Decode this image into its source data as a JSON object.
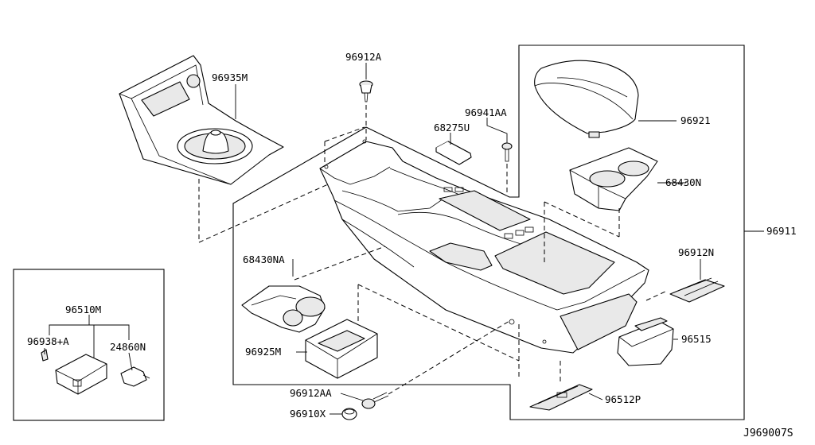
{
  "diagram": {
    "reference": "J969007S",
    "labels": {
      "p96935M": "96935M",
      "p96912A": "96912A",
      "p96941AA": "96941AA",
      "p68275U": "68275U",
      "p96921": "96921",
      "p68430N": "68430N",
      "p96911": "96911",
      "p96912N": "96912N",
      "p68430NA": "68430NA",
      "p96925M": "96925M",
      "p96515": "96515",
      "p96512P": "96512P",
      "p96912AA": "96912AA",
      "p96910X": "96910X",
      "p96510M": "96510M",
      "p96938A": "96938+A",
      "p24860N": "24860N"
    }
  }
}
